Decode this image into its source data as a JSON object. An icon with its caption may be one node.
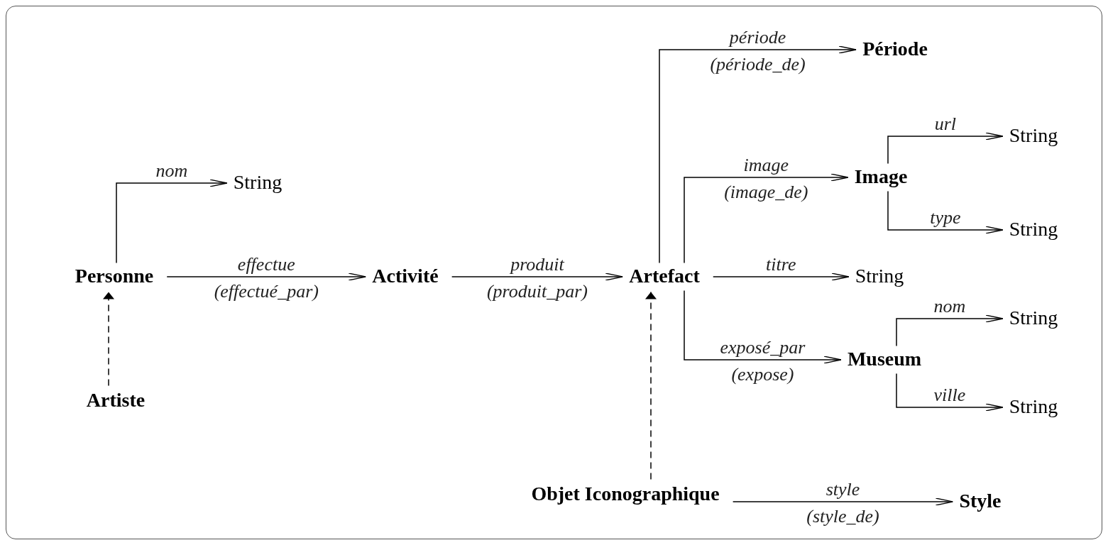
{
  "diagram": {
    "nodes": [
      {
        "text": [
          "Personne"
        ]
      },
      {
        "text": [
          "String"
        ]
      },
      {
        "text": [
          "Activité"
        ]
      },
      {
        "text": [
          "Artefact"
        ]
      },
      {
        "text": [
          "Période"
        ]
      },
      {
        "text": [
          "Image"
        ]
      },
      {
        "text": [
          "String"
        ]
      },
      {
        "text": [
          "String"
        ]
      },
      {
        "text": [
          "String"
        ]
      },
      {
        "text": [
          "Museum"
        ]
      },
      {
        "text": [
          "String"
        ]
      },
      {
        "text": [
          "String"
        ]
      },
      {
        "text": [
          "Artiste"
        ]
      },
      {
        "text": [
          "Objet Iconographique"
        ]
      },
      {
        "text": [
          "Style"
        ]
      }
    ],
    "edges": [
      {
        "from": 0,
        "to": 1,
        "arrow": "to",
        "label": "nom"
      },
      {
        "from": 0,
        "to": 2,
        "arrow": "to",
        "label": "effectue"
      },
      {
        "from": 2,
        "to": 3,
        "arrow": "to",
        "label": "produit"
      },
      {
        "from": 3,
        "to": 4,
        "arrow": "to",
        "label": "période"
      },
      {
        "from": 3,
        "to": 5,
        "arrow": "to",
        "label": "image"
      },
      {
        "from": 5,
        "to": 6,
        "arrow": "to",
        "label": "url"
      },
      {
        "from": 5,
        "to": 7,
        "arrow": "to",
        "label": "type"
      },
      {
        "from": 3,
        "to": 8,
        "arrow": "to",
        "label": "titre"
      },
      {
        "from": 3,
        "to": 9,
        "arrow": "to",
        "label": "exposé_par"
      },
      {
        "from": 9,
        "to": 10,
        "arrow": "to",
        "label": "nom"
      },
      {
        "from": 9,
        "to": 11,
        "arrow": "to",
        "label": "ville"
      },
      {
        "from": 12,
        "to": 0,
        "arrow": "to",
        "style": "dashed"
      },
      {
        "from": 13,
        "to": 3,
        "arrow": "to",
        "style": "dashed"
      },
      {
        "from": 13,
        "to": 14,
        "arrow": "to",
        "label": "style"
      }
    ],
    "labels": [
      "(période_de)",
      "(image_de)",
      "(effectué_par)",
      "(produit_par)",
      "(expose)",
      "(style_de)"
    ]
  }
}
